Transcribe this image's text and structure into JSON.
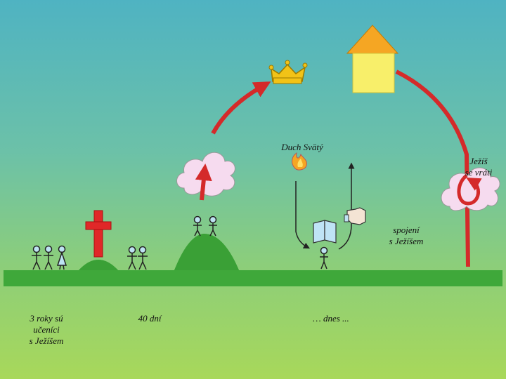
{
  "labels": {
    "three_years": "3 roky sú\nučeníci\ns Ježíšem",
    "forty_days": "40 dní",
    "today": "… dnes ...",
    "holy_spirit": "Duch Svätý",
    "connection": "spojení\ns Ježíšem",
    "return": "Ježíš\nse vráti"
  },
  "colors": {
    "ground": "#3fa83a",
    "arrow_red": "#d42a2a",
    "cross": "#e02828",
    "house": "#f8ef6a",
    "roof": "#f5a623",
    "crown": "#f2c317",
    "cloud": "#f6dbef",
    "book": "#bfe3f5"
  },
  "icons": [
    "cross-icon",
    "crown-icon",
    "house-icon",
    "cloud-icon",
    "flame-icon",
    "book-icon",
    "hand-icon",
    "stick-figure-icon"
  ]
}
